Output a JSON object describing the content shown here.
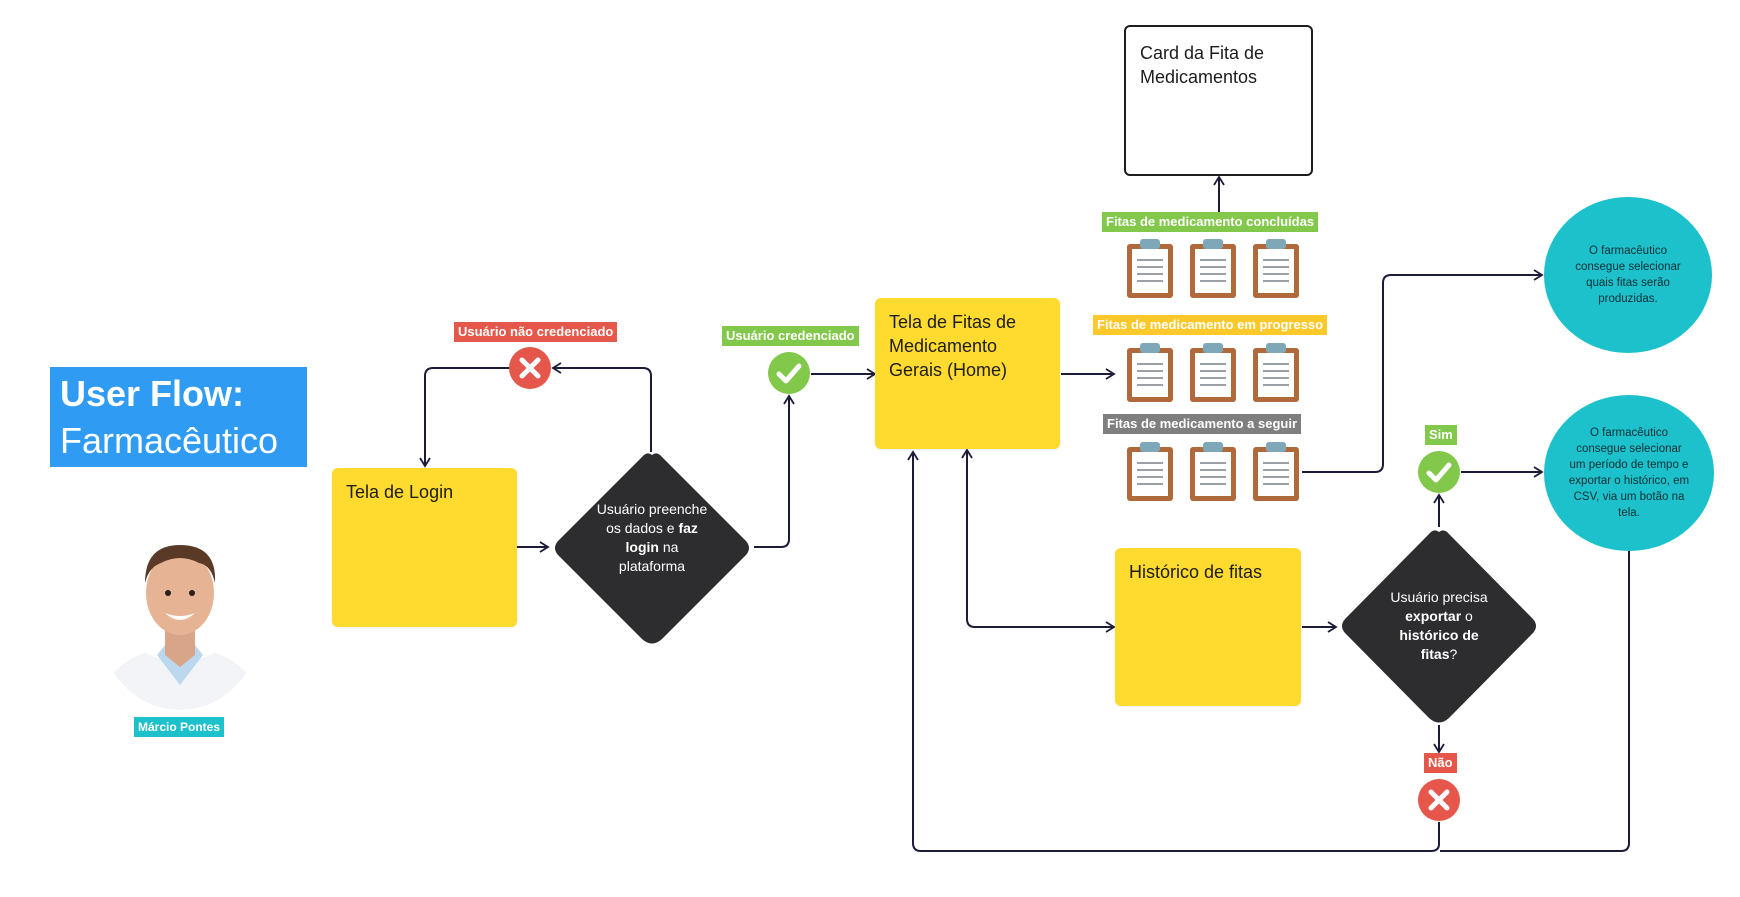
{
  "title": {
    "line1": "User Flow:",
    "line2": "Farmacêutico"
  },
  "persona": {
    "name": "Márcio Pontes"
  },
  "stickies": {
    "login": "Tela de Login",
    "home": "Tela de Fitas de Medicamento Gerais (Home)",
    "historico": "Histórico de fitas"
  },
  "card": {
    "label": "Card da Fita de Medicamentos"
  },
  "decision1": {
    "p1": "Usuário preenche os dados e ",
    "b1": "faz login",
    "p2": " na plataforma"
  },
  "decision2": {
    "p1": "Usuário precisa ",
    "b1": "exportar",
    "p2": " o ",
    "b2": "histórico de fitas",
    "p3": "?"
  },
  "tags": {
    "nao_credenciado": "Usuário não credenciado",
    "credenciado": "Usuário credenciado",
    "concluidas": "Fitas de medicamento concluídas",
    "em_progresso": "Fitas de medicamento em progresso",
    "a_seguir": "Fitas de medicamento a seguir",
    "sim": "Sim",
    "nao": "Não"
  },
  "circles": {
    "selecionar": "O farmacêutico consegue selecionar quais fitas serão produzidas.",
    "exportar": "O farmacêutico consegue selecionar um período de tempo e exportar o histórico, em CSV, via um botão na tela."
  },
  "colors": {
    "yellow": "#fedb2e",
    "teal": "#1cc1cb",
    "blue": "#2f9bf2",
    "green": "#82c84a",
    "red": "#e5574a",
    "dark": "#2d2d30"
  },
  "icons": [
    "check-icon",
    "x-icon",
    "clipboard-icon",
    "person-photo"
  ]
}
